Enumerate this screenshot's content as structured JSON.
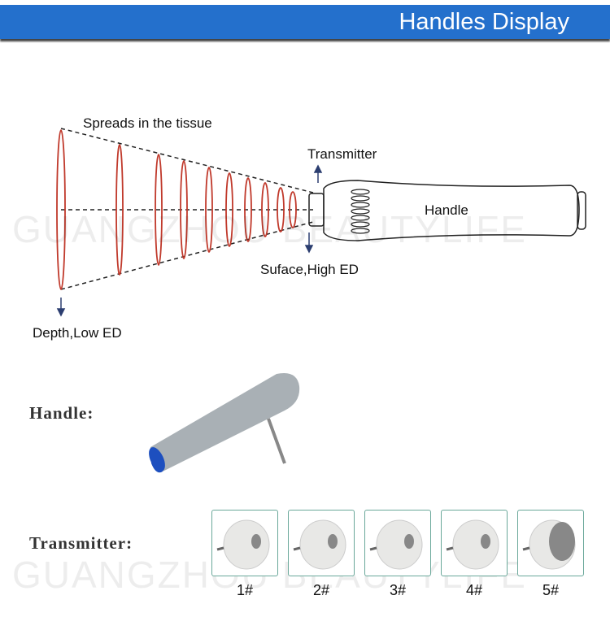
{
  "header": {
    "title": "Handles Display"
  },
  "diagram": {
    "spreads": "Spreads in the tissue",
    "transmitter": "Transmitter",
    "handle": "Handle",
    "surface": "Suface,High ED",
    "depth": "Depth,Low ED",
    "accent": "#c0392b"
  },
  "watermark": "GUANGZHOU BEAUTYLIFE",
  "section": {
    "handle_label": "Handle:",
    "transmitter_label": "Transmitter:"
  },
  "transmitters": [
    {
      "label": "1#"
    },
    {
      "label": "2#"
    },
    {
      "label": "3#"
    },
    {
      "label": "4#"
    },
    {
      "label": "5#"
    }
  ],
  "colors": {
    "header": "#2470cc",
    "tile_border": "#6aa89a"
  }
}
